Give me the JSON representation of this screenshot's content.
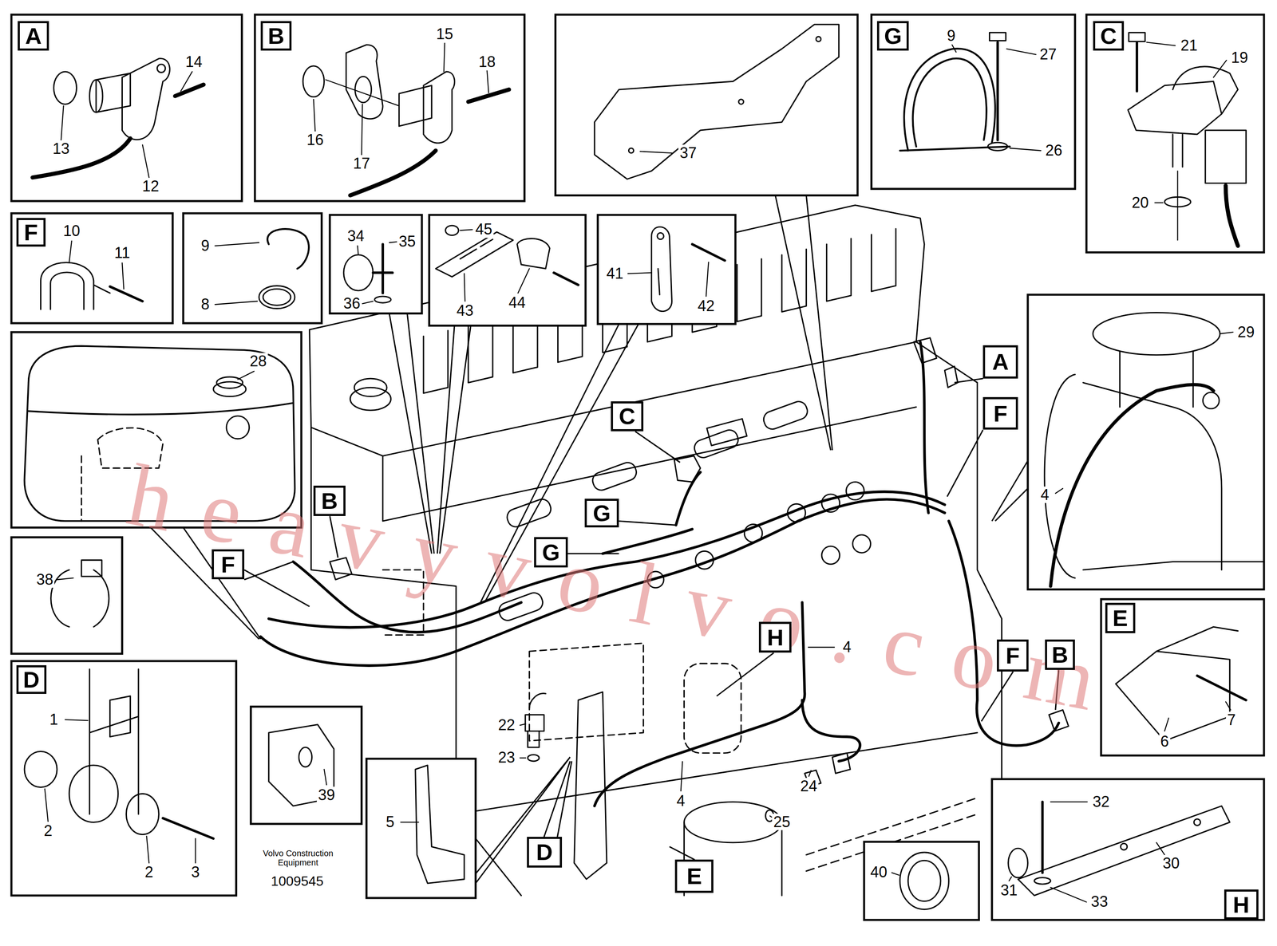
{
  "diagram": {
    "nodes": [
      {
        "text": [
          "A"
        ]
      },
      {
        "text": [
          "B"
        ]
      },
      {
        "text": [
          "G"
        ]
      },
      {
        "text": [
          "C"
        ]
      },
      {
        "text": [
          "F"
        ]
      },
      {
        "text": [
          "A"
        ]
      },
      {
        "text": [
          "F"
        ]
      },
      {
        "text": [
          "C"
        ]
      },
      {
        "text": [
          "B"
        ]
      },
      {
        "text": [
          "G"
        ]
      },
      {
        "text": [
          "F"
        ]
      },
      {
        "text": [
          "G"
        ]
      },
      {
        "text": [
          "H"
        ]
      },
      {
        "text": [
          "F"
        ]
      },
      {
        "text": [
          "B"
        ]
      },
      {
        "text": [
          "E"
        ]
      },
      {
        "text": [
          "D"
        ]
      },
      {
        "text": [
          "D"
        ]
      },
      {
        "text": [
          "E"
        ]
      },
      {
        "text": [
          "H"
        ]
      }
    ],
    "labels": [
      "14",
      "13",
      "12",
      "15",
      "18",
      "16",
      "17",
      "37",
      "9",
      "27",
      "26",
      "21",
      "19",
      "20",
      "10",
      "11",
      "9",
      "8",
      "34",
      "35",
      "36",
      "45",
      "43",
      "44",
      "41",
      "42",
      "28",
      "29",
      "4",
      "38",
      "1",
      "2",
      "2",
      "3",
      "39",
      "5",
      "7",
      "6",
      "40",
      "32",
      "30",
      "31",
      "33",
      "4",
      "22",
      "23",
      "4",
      "25",
      "24",
      "Volvo Construction Equipment",
      "1009545",
      "heavyvolvo.com"
    ]
  }
}
